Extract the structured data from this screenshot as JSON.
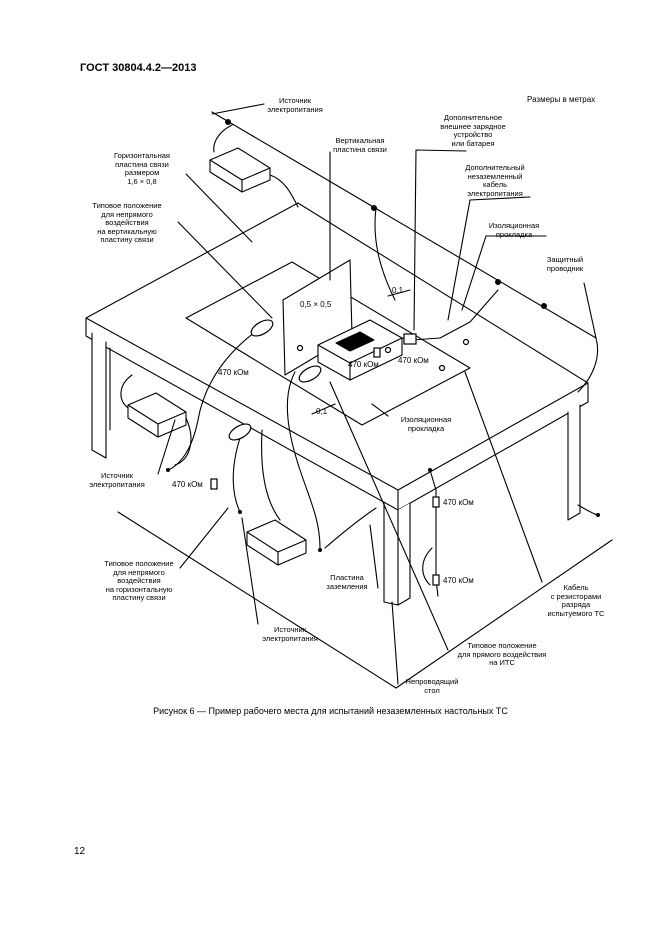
{
  "document": {
    "header": "ГОСТ 30804.4.2—2013",
    "units_note": "Размеры в метрах",
    "caption": "Рисунок 6 — Пример рабочего места для испытаний незаземленных настольных ТС",
    "page_number": "12"
  },
  "figure": {
    "labels": {
      "power_top_l1": "Источник",
      "power_top_l2": "электропитания",
      "vcp_l1": "Вертикальная",
      "vcp_l2": "пластина связи",
      "hcp_l1": "Горизонтальная",
      "hcp_l2": "пластина связи",
      "hcp_l3": "размером",
      "hcp_l4": "1,6 × 0,8",
      "typ_vcp_l1": "Типовое положение",
      "typ_vcp_l2": "для непрямого",
      "typ_vcp_l3": "воздействия",
      "typ_vcp_l4": "на вертикальную",
      "typ_vcp_l5": "пластину связи",
      "aux_l1": "Дополнительное",
      "aux_l2": "внешнее зарядное",
      "aux_l3": "устройство",
      "aux_l4": "или батарея",
      "cable_l1": "Дополнительный",
      "cable_l2": "незаземленный",
      "cable_l3": "кабель",
      "cable_l4": "электропитания",
      "ins1_l1": "Изоляционная",
      "ins1_l2": "прокладка",
      "pe_l1": "Защитный",
      "pe_l2": "проводник",
      "ins2_l1": "Изоляционная",
      "ins2_l2": "прокладка",
      "power_left_l1": "Источник",
      "power_left_l2": "электропитания",
      "typ_hcp_l1": "Типовое положение",
      "typ_hcp_l2": "для непрямого",
      "typ_hcp_l3": "воздействия",
      "typ_hcp_l4": "на горизонтальную",
      "typ_hcp_l5": "пластину связи",
      "gnd_l1": "Пластина",
      "gnd_l2": "заземления",
      "power_bot_l1": "Источник",
      "power_bot_l2": "электропитания",
      "bleed_l1": "Кабель",
      "bleed_l2": "с резисторами",
      "bleed_l3": "разряда",
      "bleed_l4": "испытуемого ТС",
      "typ_direct_l1": "Типовое положение",
      "typ_direct_l2": "для прямого воздействия",
      "typ_direct_l3": "на ИТС",
      "table_l1": "Непроводящий",
      "table_l2": "стол",
      "vcp_size": "0,5 × 0,5",
      "dim_top": "0,1",
      "dim_left": "0,1",
      "res1": "470 кОм",
      "res2": "470 кОм",
      "res3": "470 кОм",
      "res4": "470 кОм",
      "res5": "470 кОм",
      "res6": "470 кОм"
    }
  }
}
